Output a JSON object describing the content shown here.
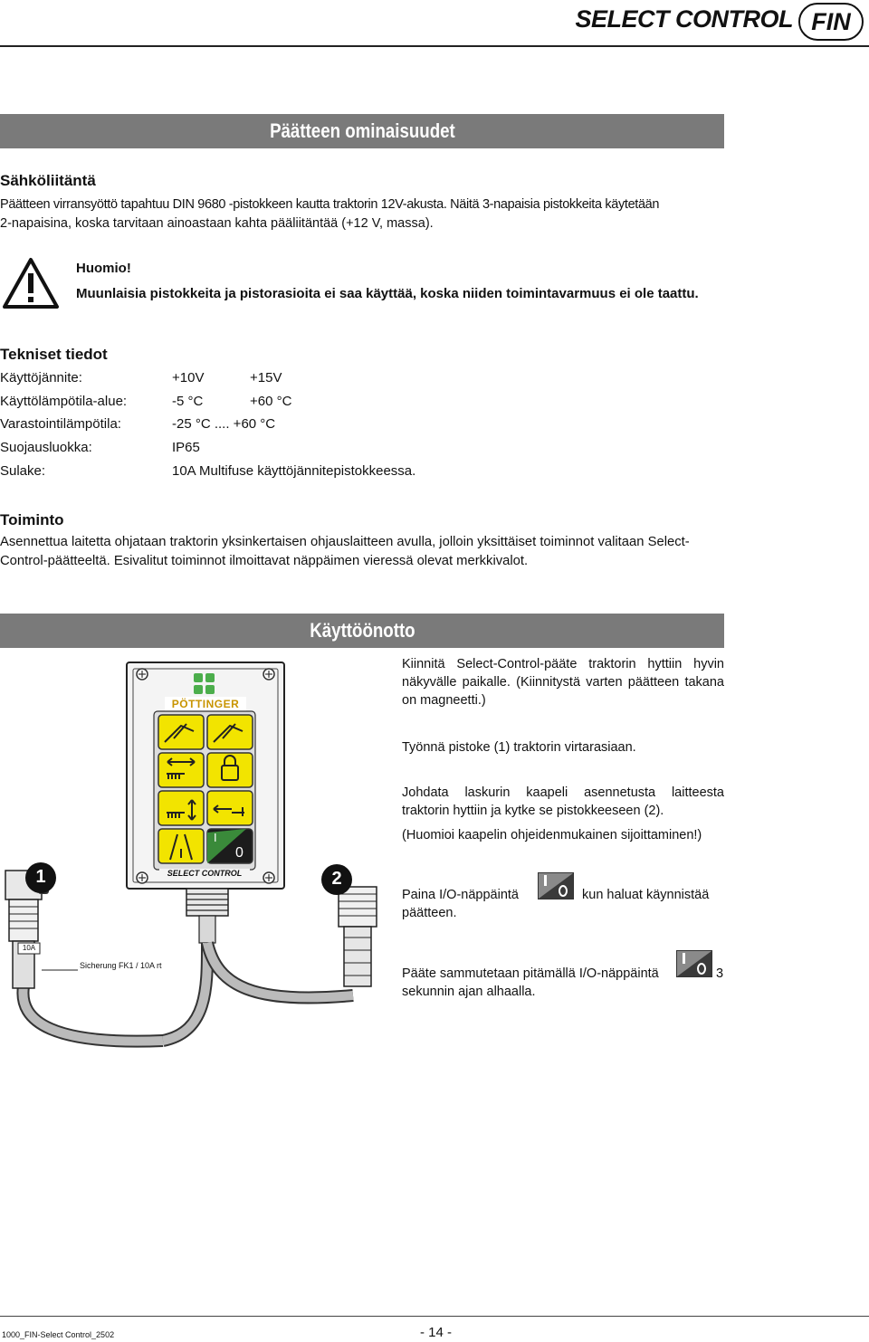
{
  "header": {
    "title": "SELECT CONTROL",
    "lang": "FIN"
  },
  "section1": {
    "title": "Päätteen ominaisuudet",
    "sahko_heading": "Sähköliitäntä",
    "sahko_line1": "Päätteen virransyöttö tapahtuu DIN 9680 -pistokkeen kautta traktorin 12V-akusta. Näitä 3-napaisia pistokkeita käytetään",
    "sahko_line2": "2-napaisina, koska tarvitaan ainoastaan kahta pääliitäntää (+12 V, massa).",
    "warning_title": "Huomio!",
    "warning_text": "Muunlaisia pistokkeita ja pistorasioita ei saa käyttää, koska niiden toimintavarmuus ei ole taattu.",
    "tech_heading": "Tekniset tiedot",
    "specs": [
      {
        "label": "Käyttöjännite:",
        "v1": "+10V",
        "v2": "+15V"
      },
      {
        "label": "Käyttölämpötila-alue:",
        "v1": "-5 °C",
        "v2": "+60 °C"
      },
      {
        "label": "Varastointilämpötila:",
        "v1": "-25 °C .... +60 °C",
        "v2": ""
      },
      {
        "label": "Suojausluokka:",
        "v1": "IP65",
        "v2": ""
      },
      {
        "label": "Sulake:",
        "v1": "10A Multifuse käyttöjännitepistokkeessa.",
        "v2": ""
      }
    ],
    "toiminto_heading": "Toiminto",
    "toiminto_line1": "Asennettua laitetta ohjataan traktorin yksinkertaisen ohjauslaitteen avulla, jolloin yksittäiset toiminnot valitaan Select-",
    "toiminto_line2": "Control-päätteeltä. Esivalitut toiminnot ilmoittavat näppäimen vieressä olevat merkkivalot."
  },
  "section2": {
    "title": "Käyttöönotto",
    "step1": "Kiinnitä Select-Control-pääte traktorin hyttiin hyvin näkyvälle paikalle. (Kiinnitystä varten päätteen takana on magneetti.)",
    "step2": "Työnnä pistoke (1) traktorin virtarasiaan.",
    "step3": "Johdata laskurin kaapeli asennetusta laitteesta traktorin hyttiin ja kytke se pistokkeeseen (2).",
    "step3_note": "(Huomioi kaapelin ohjeidenmukainen sijoittaminen!)",
    "step4_a": "Paina I/O-näppäintä",
    "step4_b": "kun haluat käynnistää",
    "step4_c": "päätteen.",
    "step5_a": "Pääte sammutetaan pitämällä I/O-näppäintä",
    "step5_b": "3",
    "step5_c": "sekunnin ajan alhaalla."
  },
  "figure": {
    "brand": "PÖTTINGER",
    "device_label": "SELECT CONTROL",
    "callout1": "1",
    "callout2": "2",
    "fuse_label": "10A",
    "fuse_note": "Sicherung FK1 / 10A rt",
    "btn_i": "I",
    "btn_o": "0"
  },
  "footer": {
    "doc_id": "1000_FIN-Select Control_2502",
    "page": "- 14 -"
  }
}
